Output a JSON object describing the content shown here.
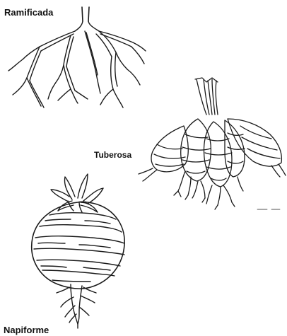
{
  "labels": {
    "branched": "Ramificada",
    "tuberous": "Tuberosa",
    "napiform": "Napiforme"
  }
}
